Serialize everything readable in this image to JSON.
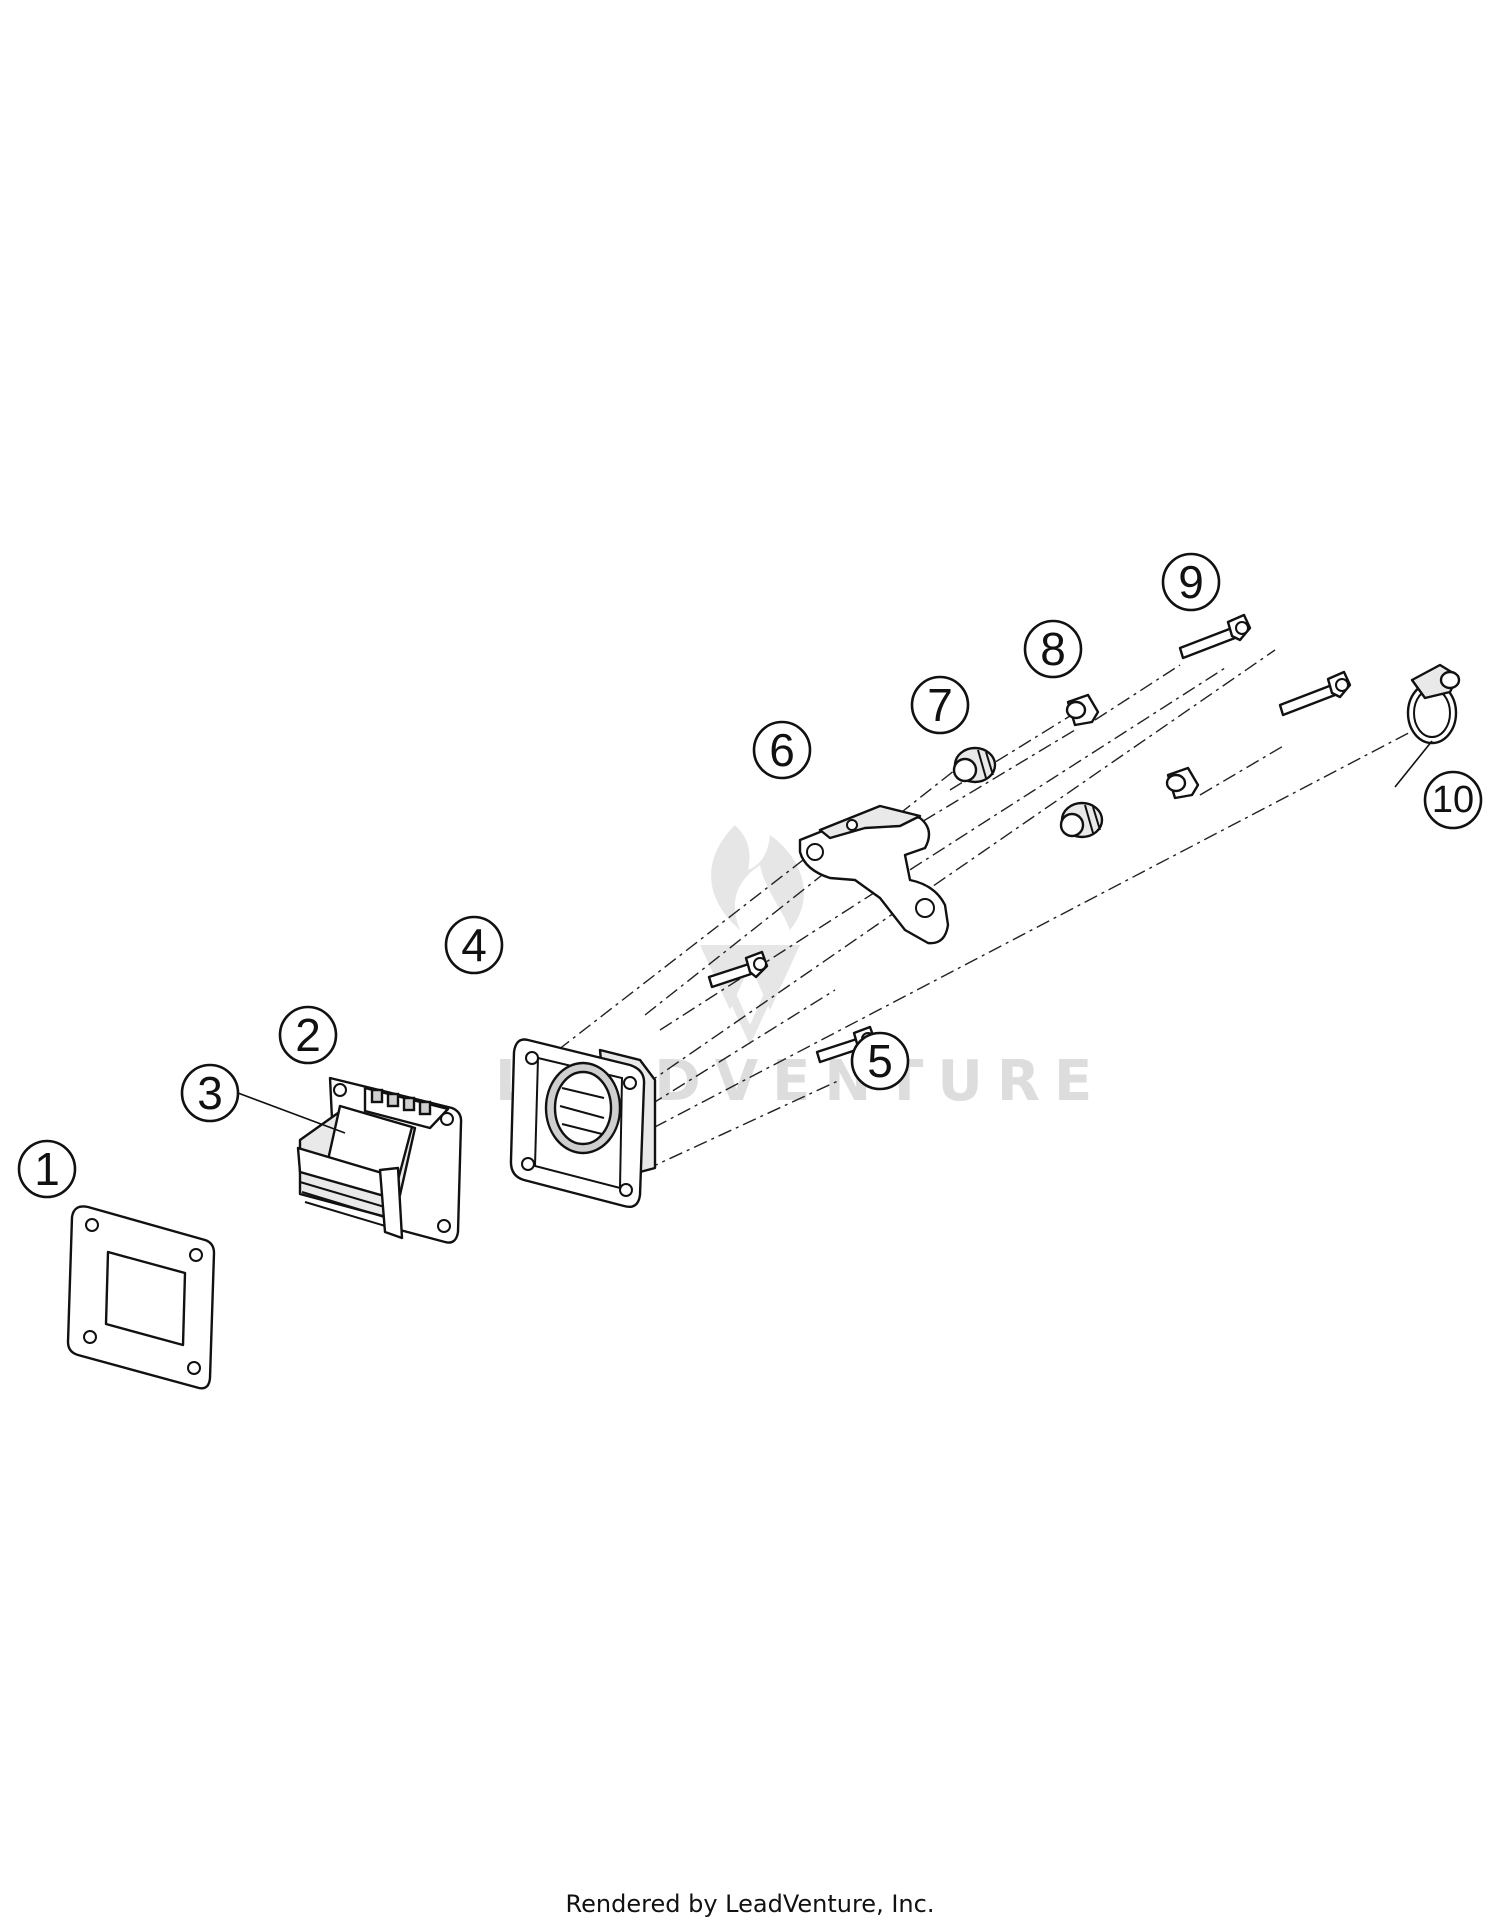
{
  "callouts": [
    {
      "id": "1",
      "label": "1"
    },
    {
      "id": "2",
      "label": "2"
    },
    {
      "id": "3",
      "label": "3"
    },
    {
      "id": "4",
      "label": "4"
    },
    {
      "id": "5",
      "label": "5"
    },
    {
      "id": "6",
      "label": "6"
    },
    {
      "id": "7",
      "label": "7"
    },
    {
      "id": "8",
      "label": "8"
    },
    {
      "id": "9",
      "label": "9"
    },
    {
      "id": "10",
      "label": "10"
    }
  ],
  "watermark": {
    "text": "LEADVENTURE"
  },
  "footer": {
    "credit": "Rendered by LeadVenture, Inc."
  }
}
